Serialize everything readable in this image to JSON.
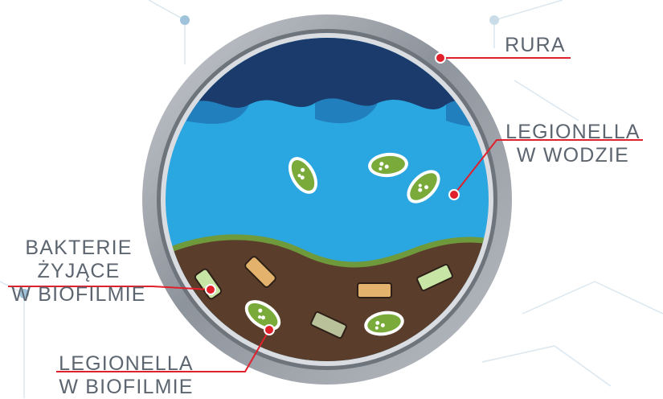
{
  "labels": {
    "rura": [
      "RURA"
    ],
    "legionella_water": [
      "LEGIONELLA",
      "W WODZIE"
    ],
    "bacteria_biofilm": [
      "BAKTERIE",
      "ŻYJĄCE",
      "W BIOFILMIE"
    ],
    "legionella_biofilm": [
      "LEGIONELLA",
      "W BIOFILMIE"
    ]
  },
  "colors": {
    "pipe_ring": "#9aa0a8",
    "deep_water": "#1a3b6b",
    "water": "#2aa6e0",
    "biofilm": "#5a3e2b",
    "biofilm_edge": "#6f9a3c",
    "bacteria": "#7aab3a",
    "marker": "#e0202a",
    "text": "#5d6670"
  }
}
